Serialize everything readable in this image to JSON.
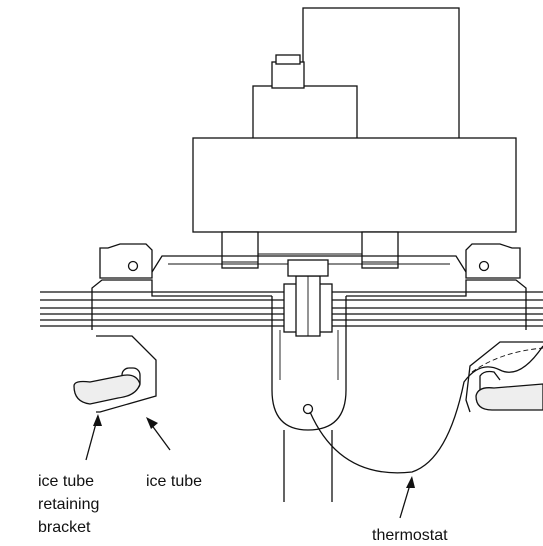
{
  "labels": {
    "ice_tube_retaining_bracket": [
      "ice tube",
      "retaining",
      "bracket"
    ],
    "ice_tube": "ice tube",
    "thermostat": "thermostat"
  },
  "colors": {
    "line": "#111111",
    "background": "#ffffff",
    "tube_fill": "#eeeeee"
  }
}
